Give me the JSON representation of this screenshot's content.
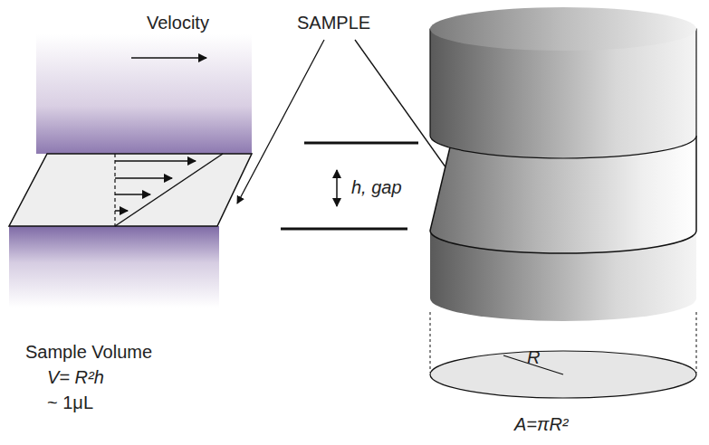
{
  "diagram": {
    "labels": [
      "Velocity",
      "SAMPLE",
      "h, gap",
      "Sample Volume",
      "V= R²h",
      "~ 1μL",
      "R",
      "A=πR²"
    ]
  }
}
